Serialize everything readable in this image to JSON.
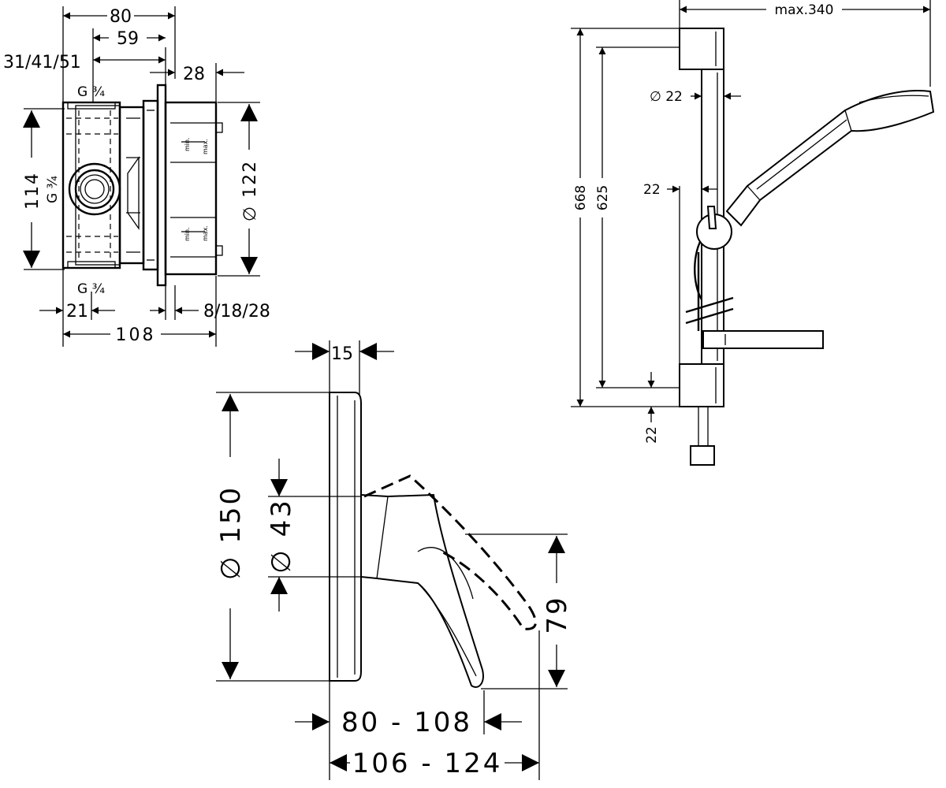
{
  "box": {
    "dim_80": "80",
    "dim_59": "59",
    "dim_31_41_51": "31/41/51",
    "dim_28": "28",
    "g34_top": "G ¾",
    "g34_side": "G ¾",
    "g34_bottom": "G ¾",
    "dim_114": "114",
    "dim_122": "∅ 122",
    "dim_21": "21",
    "dim_8_18_28": "8/18/28",
    "dim_108": "108",
    "mark_min_1": "min.",
    "mark_max_1": "max.",
    "mark_min_2": "min.",
    "mark_max_2": "max."
  },
  "rail": {
    "dim_max340": "max.340",
    "dim_668": "668",
    "dim_625": "625",
    "dim_d22": "∅ 22",
    "dim_22_mid": "22",
    "dim_22_bottom": "22"
  },
  "mixer": {
    "dim_15": "15",
    "dim_150": "∅ 150",
    "dim_43": "∅ 43",
    "dim_79": "79",
    "dim_80_108": "80 - 108",
    "dim_106_124": "106 - 124"
  }
}
